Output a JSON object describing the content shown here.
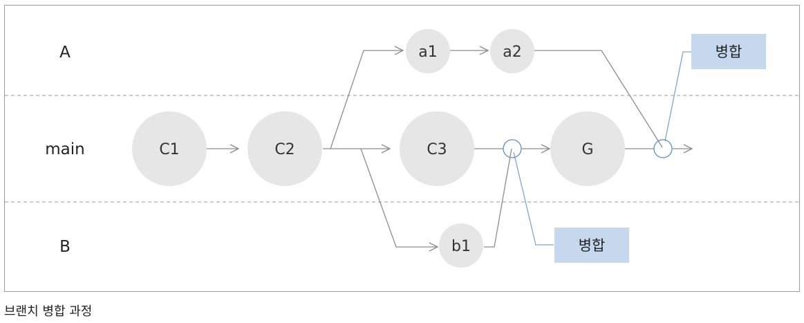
{
  "diagram": {
    "lanes": [
      {
        "id": "A",
        "label": "A"
      },
      {
        "id": "main",
        "label": "main"
      },
      {
        "id": "B",
        "label": "B"
      }
    ],
    "nodes": [
      {
        "id": "C1",
        "label": "C1",
        "lane": "main"
      },
      {
        "id": "C2",
        "label": "C2",
        "lane": "main"
      },
      {
        "id": "C3",
        "label": "C3",
        "lane": "main"
      },
      {
        "id": "G",
        "label": "G",
        "lane": "main"
      },
      {
        "id": "a1",
        "label": "a1",
        "lane": "A"
      },
      {
        "id": "a2",
        "label": "a2",
        "lane": "A"
      },
      {
        "id": "b1",
        "label": "b1",
        "lane": "B"
      }
    ],
    "edges": [
      {
        "from": "C1",
        "to": "C2"
      },
      {
        "from": "C2",
        "to": "C3"
      },
      {
        "from": "C2",
        "to": "a1"
      },
      {
        "from": "C2",
        "to": "b1"
      },
      {
        "from": "a1",
        "to": "a2"
      },
      {
        "from": "C3",
        "to": "merge-1"
      },
      {
        "from": "b1",
        "to": "merge-1"
      },
      {
        "from": "merge-1",
        "to": "G"
      },
      {
        "from": "G",
        "to": "merge-2"
      },
      {
        "from": "a2",
        "to": "merge-2"
      }
    ],
    "merge_points": [
      {
        "id": "merge-1",
        "lane": "main"
      },
      {
        "id": "merge-2",
        "lane": "main"
      }
    ],
    "callouts": [
      {
        "id": "merge-callout-b",
        "label": "병합",
        "points_to": "merge-1"
      },
      {
        "id": "merge-callout-a",
        "label": "병합",
        "points_to": "merge-2"
      }
    ],
    "colors": {
      "node_fill": "#e6e6e6",
      "line": "#8c8c8c",
      "merge_ring": "#5b8fc7",
      "callout_fill": "#c5d8ee",
      "callout_line": "#7aa6d2",
      "frame": "#9a9a9a"
    }
  },
  "caption": "브랜치 병합 과정"
}
